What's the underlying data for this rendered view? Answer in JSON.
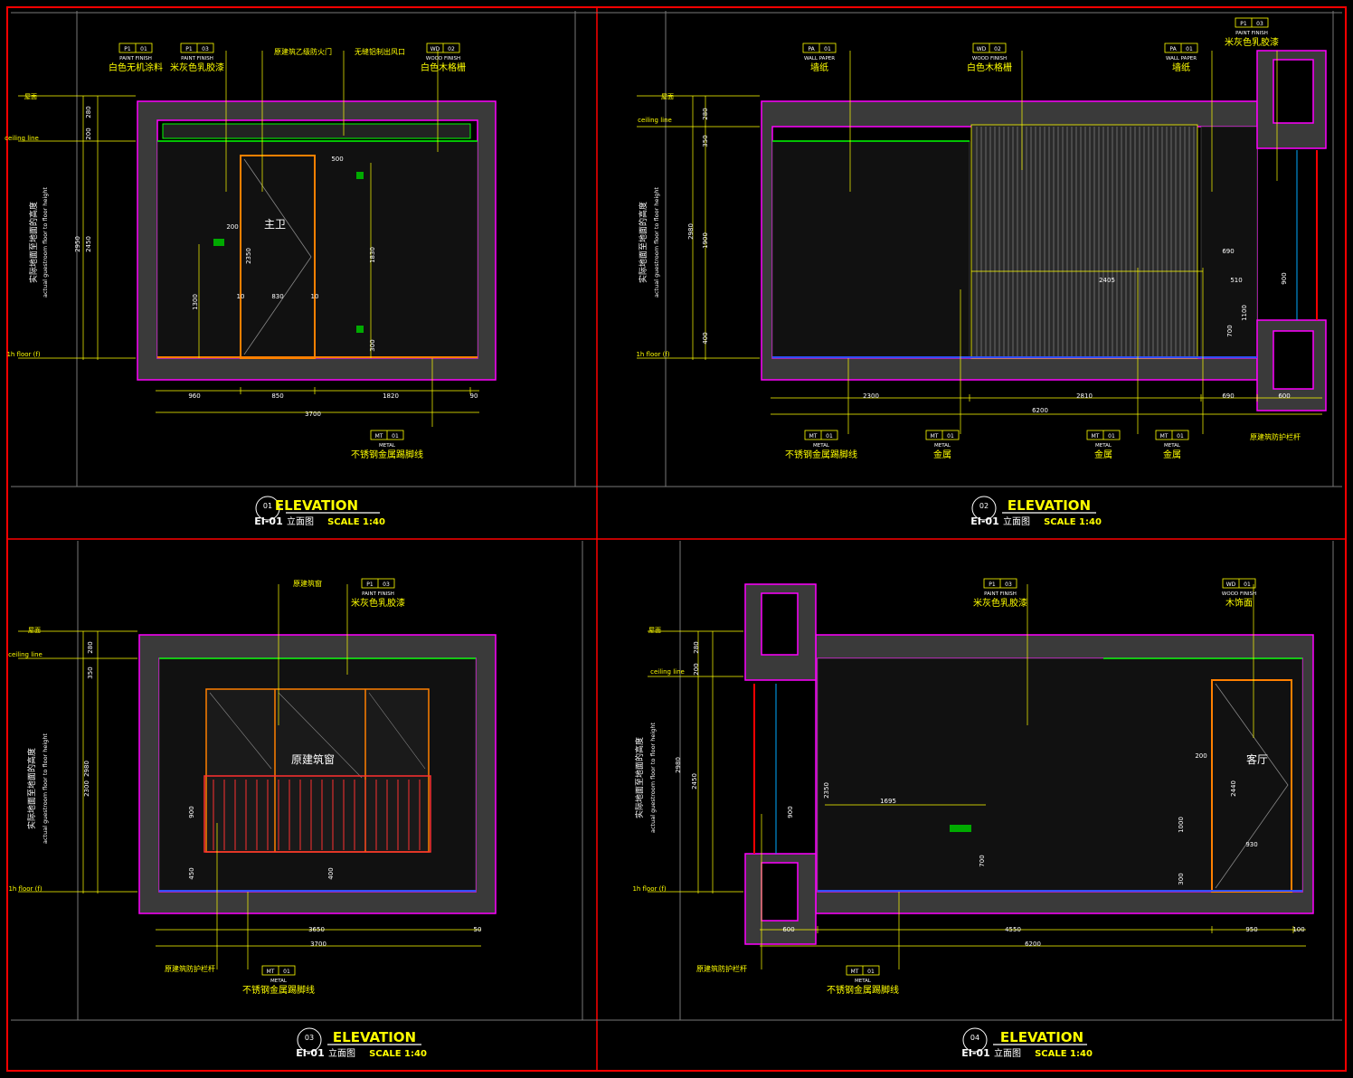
{
  "sheet": {
    "colors": {
      "background": "#000000",
      "frame": "#ff0000",
      "wall": "#ff00ff",
      "text": "#ffff00",
      "white": "#ffffff",
      "green": "#00ff00",
      "orange": "#ff8000",
      "blue": "#3050ff",
      "gray": "#777777"
    }
  },
  "panels": [
    {
      "num": "01",
      "ref": "EI-01",
      "title": "ELEVATION",
      "subtitle": "立面图",
      "scale": "SCALE  1:40",
      "tags": [
        {
          "code": "P1",
          "num": "01",
          "sub": "PAINT FINISH",
          "label": "白色无机涂料"
        },
        {
          "code": "P1",
          "num": "03",
          "sub": "PAINT FINISH",
          "label": "米灰色乳胶漆"
        },
        {
          "code": "",
          "num": "",
          "sub": "",
          "label": "原建筑乙级防火门"
        },
        {
          "code": "",
          "num": "",
          "sub": "",
          "label": "无缝铝制出风口"
        },
        {
          "code": "WD",
          "num": "02",
          "sub": "WOOD FINISH",
          "label": "白色木格栅"
        },
        {
          "code": "MT",
          "num": "01",
          "sub": "METAL",
          "label": "不锈钢金属踢脚线"
        }
      ],
      "levels": [
        "屋面",
        "ceiling line",
        "1h floor (f)"
      ],
      "dims": [
        "960",
        "850",
        "1820",
        "90",
        "3700",
        "2450",
        "2950",
        "280",
        "200",
        "1300",
        "1830",
        "300",
        "830",
        "500",
        "200",
        "2350",
        "10",
        "10"
      ],
      "side_text": "实际地面至地面的高度",
      "side_text_en": "actual guestroom floor to floor height",
      "room": "主卫"
    },
    {
      "num": "02",
      "ref": "EI-01",
      "title": "ELEVATION",
      "subtitle": "立面图",
      "scale": "SCALE  1:40",
      "tags": [
        {
          "code": "PA",
          "num": "01",
          "sub": "WALL PAPER",
          "label": "墙纸"
        },
        {
          "code": "WD",
          "num": "02",
          "sub": "WOOD FINISH",
          "label": "白色木格栅"
        },
        {
          "code": "PA",
          "num": "01",
          "sub": "WALL PAPER",
          "label": "墙纸"
        },
        {
          "code": "P1",
          "num": "03",
          "sub": "PAINT FINISH",
          "label": "米灰色乳胶漆"
        },
        {
          "code": "MT",
          "num": "01",
          "sub": "METAL",
          "label": "不锈钢金属踢脚线"
        },
        {
          "code": "MT",
          "num": "01",
          "sub": "METAL",
          "label": "金属"
        },
        {
          "code": "MT",
          "num": "01",
          "sub": "METAL",
          "label": "金属"
        },
        {
          "code": "MT",
          "num": "01",
          "sub": "METAL",
          "label": "金属"
        },
        {
          "code": "",
          "num": "",
          "sub": "",
          "label": "原建筑防护栏杆"
        }
      ],
      "levels": [
        "屋面",
        "ceiling line",
        "1h floor (f)"
      ],
      "dims": [
        "2300",
        "2810",
        "690",
        "600",
        "6200",
        "2405",
        "900",
        "1100",
        "700",
        "510",
        "690",
        "280",
        "350",
        "1900",
        "400",
        "2980"
      ],
      "side_text": "实际地面至地面的高度",
      "side_text_en": "actual guestroom floor to floor height"
    },
    {
      "num": "03",
      "ref": "EI-01",
      "title": "ELEVATION",
      "subtitle": "立面图",
      "scale": "SCALE  1:40",
      "tags": [
        {
          "code": "",
          "num": "",
          "sub": "",
          "label": "原建筑窗"
        },
        {
          "code": "P1",
          "num": "03",
          "sub": "PAINT FINISH",
          "label": "米灰色乳胶漆"
        },
        {
          "code": "MT",
          "num": "01",
          "sub": "METAL",
          "label": "不锈钢金属踢脚线"
        },
        {
          "code": "",
          "num": "",
          "sub": "",
          "label": "原建筑防护栏杆"
        }
      ],
      "levels": [
        "屋面",
        "ceiling line",
        "1h floor (f)"
      ],
      "dims": [
        "3650",
        "50",
        "3700",
        "280",
        "350",
        "2300",
        "2980",
        "900",
        "450",
        "400"
      ],
      "side_text": "实际地面至地面的高度",
      "side_text_en": "actual guestroom floor to floor height",
      "room": "原建筑窗"
    },
    {
      "num": "04",
      "ref": "EI-01",
      "title": "ELEVATION",
      "subtitle": "立面图",
      "scale": "SCALE  1:40",
      "tags": [
        {
          "code": "P1",
          "num": "03",
          "sub": "PAINT FINISH",
          "label": "米灰色乳胶漆"
        },
        {
          "code": "WD",
          "num": "01",
          "sub": "WOOD FINISH",
          "label": "木饰面"
        },
        {
          "code": "MT",
          "num": "01",
          "sub": "METAL",
          "label": "不锈钢金属踢脚线"
        },
        {
          "code": "",
          "num": "",
          "sub": "",
          "label": "原建筑防护栏杆"
        }
      ],
      "levels": [
        "屋面",
        "ceiling line",
        "1h floor (f)"
      ],
      "dims": [
        "600",
        "4550",
        "950",
        "100",
        "6200",
        "1695",
        "2350",
        "900",
        "700",
        "1000",
        "300",
        "930",
        "200",
        "2440",
        "2450",
        "2980",
        "280",
        "200"
      ],
      "side_text": "实际地面至地面的高度",
      "side_text_en": "actual guestroom floor to floor height",
      "room": "客厅"
    }
  ]
}
